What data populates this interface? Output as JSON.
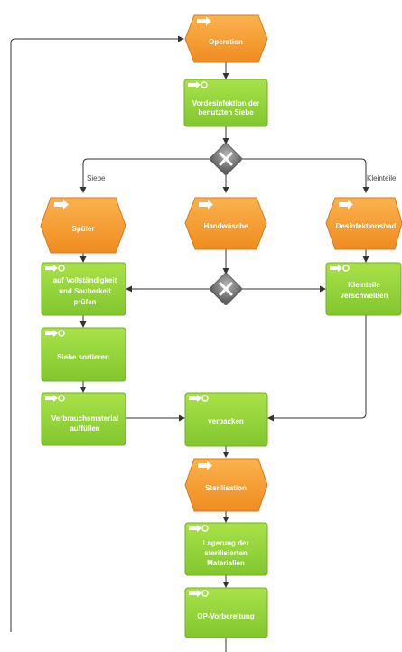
{
  "colors": {
    "event": "#f39a2c",
    "event_dark": "#d9791a",
    "function": "#8fd13a",
    "function_dark": "#6fb21e",
    "connector": "#7a7a7a",
    "line": "#333333"
  },
  "events": {
    "operation": "Operation",
    "spueler": "Spüler",
    "handwaesche": "Handwäsche",
    "desinfektionsbad": "Desinfektionsbad",
    "sterilisation": "Sterilisation"
  },
  "functions": {
    "vordesinfektion": [
      "Vordesinfektion der",
      "benutzten Siebe"
    ],
    "pruefen": [
      "auf Vollständigkeit",
      "und Sauberkeit",
      "prüfen"
    ],
    "kleinteile": [
      "Kleinteile",
      "verschweißen"
    ],
    "siebe_sortieren": [
      "Siebe sortieren"
    ],
    "verbrauchsmaterial": [
      "Verbrauchsmaterial",
      "auffüllen"
    ],
    "verpacken": [
      "verpacken"
    ],
    "lagerung": [
      "Lagerung der",
      "sterilisierten",
      "Materialien"
    ],
    "op_vorbereitung": [
      "OP-Vorbereitung"
    ]
  },
  "labels": {
    "siebe": "Siebe",
    "kleinteile": "Kleinteile"
  },
  "icons": {
    "event": "event-arrow-icon",
    "function": "function-arrow-icon",
    "xor": "xor-connector-icon"
  }
}
